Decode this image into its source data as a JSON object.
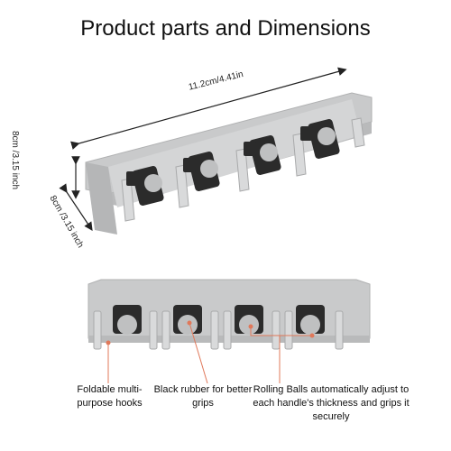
{
  "title": "Product parts and Dimensions",
  "dimensions": {
    "length": "11.2cm/4.41in",
    "height": "8cm /3.15 inch",
    "depth": "8cm /3.15 inch"
  },
  "callouts": {
    "hooks": "Foldable multi-purpose hooks",
    "rubber": "Black rubber for better grips",
    "balls": "Rolling Balls automatically adjust to each handle's thickness and grips it securely"
  },
  "colors": {
    "plastic": "#c9cacb",
    "plastic_dark": "#a9aaab",
    "rubber": "#2b2b2b",
    "pointer": "#e0785a"
  }
}
